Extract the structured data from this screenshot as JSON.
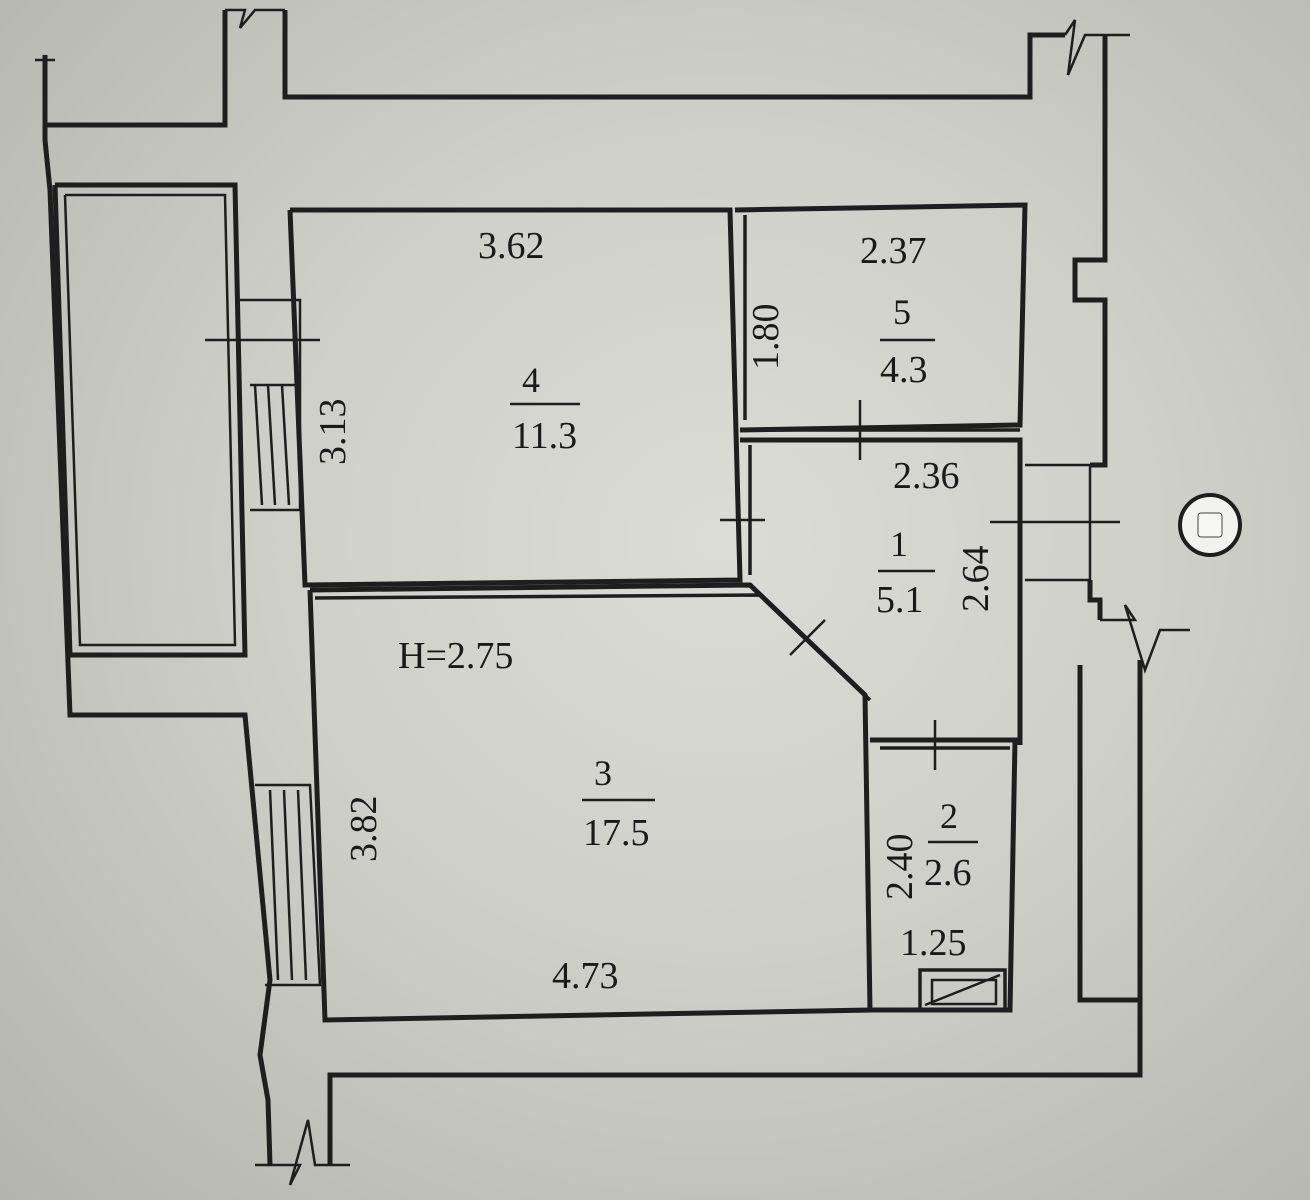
{
  "plan": {
    "height_label": "H=2.75",
    "rooms": [
      {
        "id": "4",
        "number": "4",
        "area": "11.3",
        "width": "3.62",
        "depth": "3.13"
      },
      {
        "id": "5",
        "number": "5",
        "area": "4.3",
        "width": "2.37",
        "depth": "1.80"
      },
      {
        "id": "1",
        "number": "1",
        "area": "5.1",
        "width": "2.36",
        "depth": "2.64"
      },
      {
        "id": "3",
        "number": "3",
        "area": "17.5",
        "width": "4.73",
        "depth": "3.82"
      },
      {
        "id": "2",
        "number": "2",
        "area": "2.6",
        "width": "1.25",
        "depth": "2.40"
      }
    ]
  }
}
